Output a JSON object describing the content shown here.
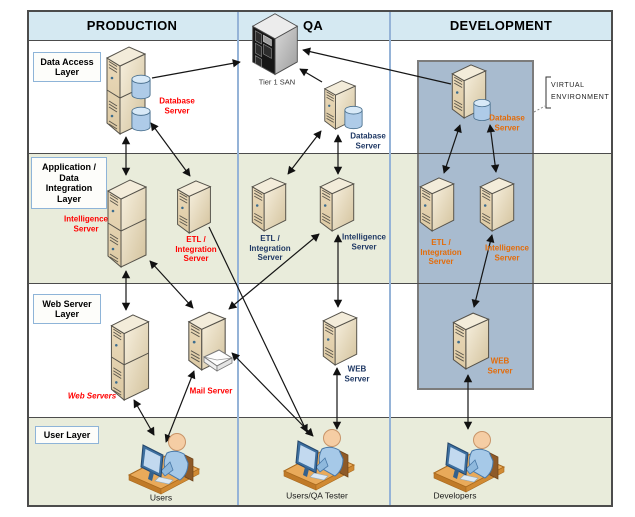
{
  "columns": [
    {
      "id": "production",
      "label": "PRODUCTION"
    },
    {
      "id": "qa",
      "label": "QA"
    },
    {
      "id": "development",
      "label": "DEVELOPMENT"
    }
  ],
  "layers": [
    {
      "id": "data_access",
      "label": "Data Access\nLayer"
    },
    {
      "id": "app_integration",
      "label": "Application /\nData\nIntegration\nLayer"
    },
    {
      "id": "web_server",
      "label": "Web Server\nLayer"
    },
    {
      "id": "user",
      "label": "User Layer"
    }
  ],
  "nodes": {
    "tier1_san": {
      "label": "Tier 1 SAN",
      "type": "san-storage"
    },
    "prod_db": {
      "label": "Database\nServer",
      "type": "database-server",
      "environment": "production"
    },
    "prod_intelligence": {
      "label": "Intelligence\nServer",
      "type": "server",
      "environment": "production"
    },
    "prod_etl": {
      "label": "ETL /\nIntegration\nServer",
      "type": "server",
      "environment": "production"
    },
    "prod_web": {
      "label": "Web Servers",
      "type": "server",
      "environment": "production"
    },
    "prod_mail": {
      "label": "Mail Server",
      "type": "mail-server",
      "environment": "production"
    },
    "qa_db": {
      "label": "Database\nServer",
      "type": "database-server",
      "environment": "qa"
    },
    "qa_etl": {
      "label": "ETL /\nIntegration\nServer",
      "type": "server",
      "environment": "qa"
    },
    "qa_intelligence": {
      "label": "Intelligence\nServer",
      "type": "server",
      "environment": "qa"
    },
    "qa_web": {
      "label": "WEB\nServer",
      "type": "server",
      "environment": "qa"
    },
    "dev_db": {
      "label": "Database\nServer",
      "type": "database-server",
      "environment": "development"
    },
    "dev_etl": {
      "label": "ETL /\nIntegration\nServer",
      "type": "server",
      "environment": "development"
    },
    "dev_intelligence": {
      "label": "Intelligence\nServer",
      "type": "server",
      "environment": "development"
    },
    "dev_web": {
      "label": "WEB\nServer",
      "type": "server",
      "environment": "development"
    },
    "users": {
      "label": "Users",
      "type": "person"
    },
    "qa_users": {
      "label": "Users/QA Tester",
      "type": "person"
    },
    "developers": {
      "label": "Developers",
      "type": "person"
    }
  },
  "annotations": {
    "virtual_environment": "VIRTUAL\nENVIRONMENT"
  },
  "connections": [
    {
      "from": "prod_db",
      "to": "tier1_san",
      "bidirectional": false
    },
    {
      "from": "prod_db",
      "to": "prod_intelligence",
      "bidirectional": true
    },
    {
      "from": "prod_db",
      "to": "prod_etl",
      "bidirectional": true
    },
    {
      "from": "prod_intelligence",
      "to": "prod_web",
      "bidirectional": true
    },
    {
      "from": "prod_intelligence",
      "to": "prod_mail",
      "bidirectional": true
    },
    {
      "from": "prod_etl",
      "to": "qa_users",
      "bidirectional": false
    },
    {
      "from": "prod_web",
      "to": "users",
      "bidirectional": true
    },
    {
      "from": "prod_mail",
      "to": "users",
      "bidirectional": true
    },
    {
      "from": "prod_mail",
      "to": "qa_users",
      "bidirectional": true
    },
    {
      "from": "prod_mail",
      "to": "qa_intelligence",
      "bidirectional": true
    },
    {
      "from": "qa_db",
      "to": "tier1_san",
      "bidirectional": false
    },
    {
      "from": "qa_db",
      "to": "qa_etl",
      "bidirectional": true
    },
    {
      "from": "qa_db",
      "to": "qa_intelligence",
      "bidirectional": true
    },
    {
      "from": "qa_intelligence",
      "to": "qa_web",
      "bidirectional": true
    },
    {
      "from": "qa_web",
      "to": "qa_users",
      "bidirectional": true
    },
    {
      "from": "dev_db",
      "to": "tier1_san",
      "bidirectional": false
    },
    {
      "from": "dev_db",
      "to": "dev_etl",
      "bidirectional": true
    },
    {
      "from": "dev_db",
      "to": "dev_intelligence",
      "bidirectional": true
    },
    {
      "from": "dev_intelligence",
      "to": "dev_web",
      "bidirectional": true
    },
    {
      "from": "dev_web",
      "to": "developers",
      "bidirectional": true
    }
  ],
  "colors": {
    "production_label": "#ff0000",
    "qa_label": "#1f3864",
    "development_label": "#e36c0a",
    "header_fill": "#d5e9f2",
    "layer_band_green": "#e9ecdb",
    "virtual_environment_fill": "#a8bbcf",
    "column_divider_blue": "#95b3d7"
  }
}
